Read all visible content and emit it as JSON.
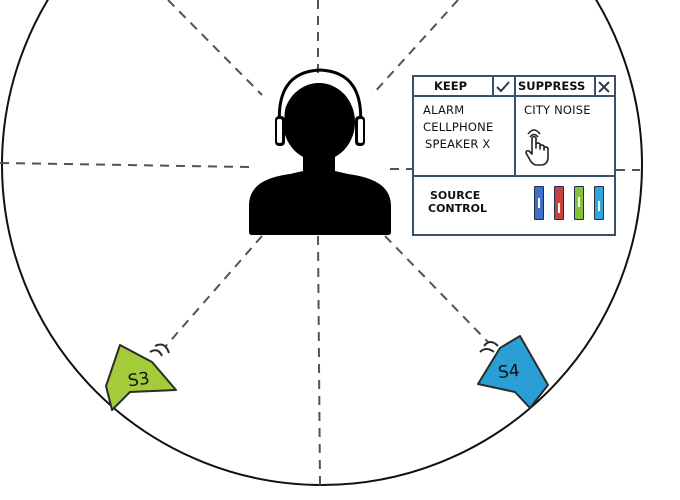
{
  "panel": {
    "keep_label": "KEEP",
    "suppress_label": "SUPPRESS",
    "keep_items": [
      "ALARM",
      "CELLPHONE",
      "SPEAKER X"
    ],
    "suppress_items": [
      "CITY NOISE"
    ],
    "source_control_line1": "SOURCE",
    "source_control_line2": "CONTROL",
    "slider_colors": [
      "#3f6fc9",
      "#c8413f",
      "#86c13c",
      "#2fa6d8"
    ],
    "slider_levels": [
      0.55,
      0.3,
      0.6,
      0.4
    ]
  },
  "speakers": {
    "s3": {
      "label": "S3",
      "color": "#a4cc3a"
    },
    "s4": {
      "label": "S4",
      "color": "#2a9fd6"
    }
  }
}
